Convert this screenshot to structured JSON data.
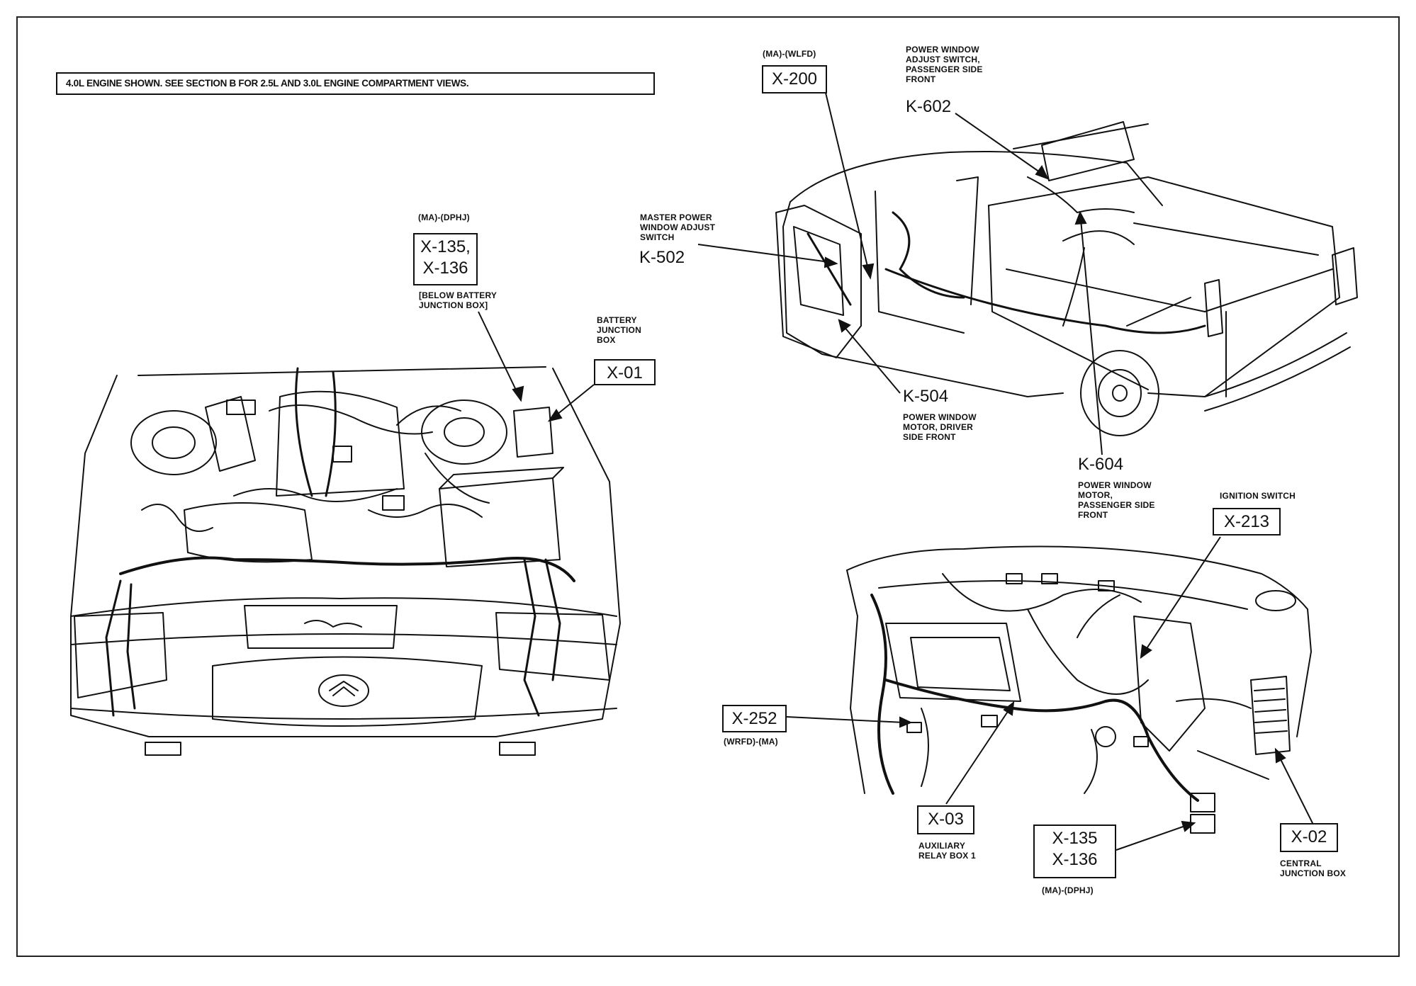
{
  "note": "4.0L ENGINE SHOWN. SEE SECTION B FOR 2.5L AND 3.0L ENGINE COMPARTMENT VIEWS.",
  "labels": {
    "x135_top_variant": "(MA)-(DPHJ)",
    "x135_top_code": "X-135,\nX-136",
    "x135_top_desc": "[BELOW BATTERY\nJUNCTION BOX]",
    "x01_desc": "BATTERY\nJUNCTION\nBOX",
    "x01_code": "X-01",
    "x200_variant": "(MA)-(WLFD)",
    "x200_code": "X-200",
    "k602_desc": "POWER WINDOW\nADJUST SWITCH,\nPASSENGER SIDE\nFRONT",
    "k602_code": "K-602",
    "k502_desc": "MASTER POWER\nWINDOW ADJUST\nSWITCH",
    "k502_code": "K-502",
    "k504_code": "K-504",
    "k504_desc": "POWER WINDOW\nMOTOR, DRIVER\nSIDE FRONT",
    "k604_code": "K-604",
    "k604_desc": "POWER WINDOW\nMOTOR,\nPASSENGER SIDE\nFRONT",
    "x213_desc": "IGNITION SWITCH",
    "x213_code": "X-213",
    "x252_code": "X-252",
    "x252_variant": "(WRFD)-(MA)",
    "x03_code": "X-03",
    "x03_desc": "AUXILIARY\nRELAY BOX 1",
    "x135_bottom_code": "X-135\nX-136",
    "x135_bottom_variant": "(MA)-(DPHJ)",
    "x02_code": "X-02",
    "x02_desc": "CENTRAL\nJUNCTION BOX"
  }
}
